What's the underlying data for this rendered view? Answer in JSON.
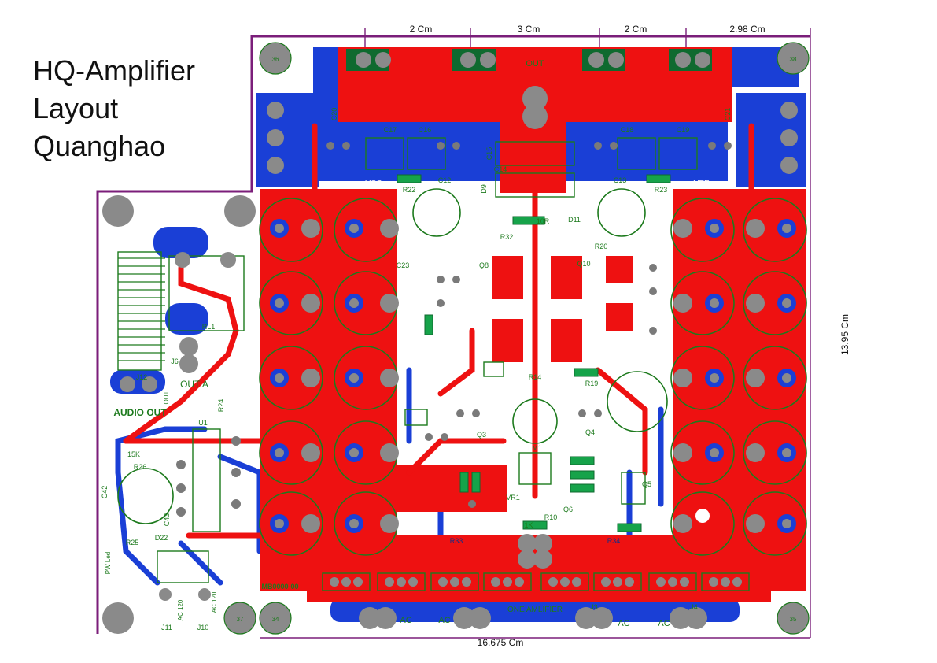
{
  "title": {
    "line1": "HQ-Amplifier",
    "line2": "Layout",
    "line3": "Quanghao"
  },
  "dimensions": {
    "top": [
      "2 Cm",
      "3 Cm",
      "2 Cm",
      "2.98 Cm"
    ],
    "bottom": "16.675 Cm",
    "right": "13.95 Cm"
  },
  "mount_holes": [
    "36",
    "38",
    "37",
    "34",
    "35"
  ],
  "silkscreen": {
    "out_top": "OUT",
    "vcc": "+VCC",
    "vee": "-VEE",
    "out_a": "OUT A",
    "audio_out": "AUDIO OUT",
    "out": "OUT",
    "pw_led": "PW Led",
    "ac120_left": "AC 120",
    "ac120_right": "AC 120",
    "ac": "AC",
    "one_amplifier": "ONE AMLIFIER",
    "board_code": "MB0000-00",
    "r33": "R33",
    "r34": "R34",
    "l1": "LM1",
    "j3": "J3",
    "j4": "J4",
    "j6": "J6",
    "j10": "J10",
    "j11": "J11",
    "j12": "J12",
    "rl1": "RL1",
    "u1": "U1",
    "r24": "R24",
    "r25": "R25",
    "r26": "R26",
    "r22": "R22",
    "r23": "R23",
    "r32": "R32",
    "c12": "C12",
    "c13": "C13",
    "c14": "C14",
    "c15": "C15",
    "c16": "C16",
    "c17": "C17",
    "c18": "C18",
    "c19": "C19",
    "c20": "C20",
    "c21": "C21",
    "c23": "C23",
    "c42": "C42",
    "c43": "C43",
    "d9": "D9",
    "d11": "D11",
    "d22": "D22",
    "q3": "Q3",
    "q4": "Q4",
    "q5": "Q5",
    "q6": "Q6",
    "q8": "Q8",
    "q10": "Q10",
    "r10": "R10",
    "r14": "R14",
    "r19": "R19",
    "r20": "R20",
    "vr1": "VR1",
    "r10ohm": "10R",
    "k15": "15K",
    "k1": "1K"
  }
}
